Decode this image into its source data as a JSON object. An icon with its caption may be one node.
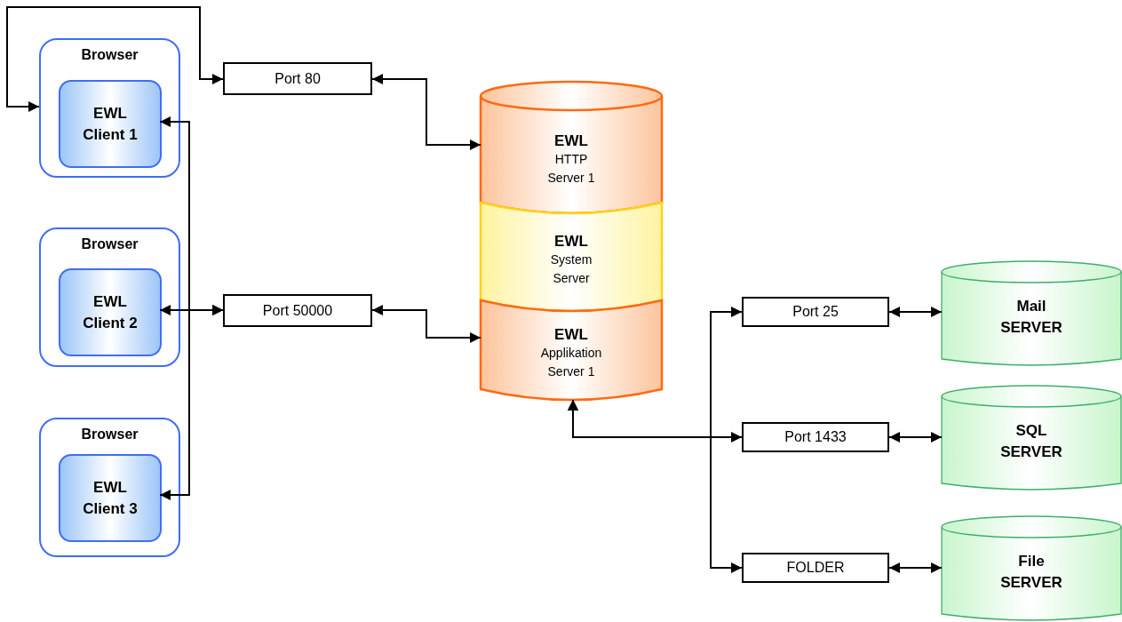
{
  "diagram": {
    "nodes": [
      {
        "text": [
          "Browser"
        ]
      },
      {
        "text": [
          "EWL Client 1"
        ],
        "in": 0
      },
      {
        "text": [
          "Browser"
        ]
      },
      {
        "text": [
          "EWL Client 2"
        ],
        "in": 2
      },
      {
        "text": [
          "Browser"
        ]
      },
      {
        "text": [
          "EWL Client 3"
        ],
        "in": 4
      },
      {
        "text": [
          "Port 80"
        ]
      },
      {
        "text": [
          "Port 50000"
        ]
      },
      {
        "text": [
          "EWL",
          "HTTP Server 1"
        ]
      },
      {
        "text": [
          "EWL",
          "System Server"
        ]
      },
      {
        "text": [
          "EWL",
          "Applikation Server 1"
        ]
      },
      {
        "text": [
          "Port 25"
        ]
      },
      {
        "text": [
          "Port 1433"
        ]
      },
      {
        "text": [
          "FOLDER"
        ]
      },
      {
        "text": [
          "Mail SERVER"
        ]
      },
      {
        "text": [
          "SQL SERVER"
        ]
      },
      {
        "text": [
          "File SERVER"
        ]
      }
    ],
    "edges": [
      {
        "from": 0,
        "to": 6,
        "arrow": "both"
      },
      {
        "from": 6,
        "to": 8,
        "arrow": "both"
      },
      {
        "from": 1,
        "to": 7,
        "arrow": "both"
      },
      {
        "from": 3,
        "to": 7,
        "arrow": "both"
      },
      {
        "from": 5,
        "to": 7,
        "arrow": "both"
      },
      {
        "from": 7,
        "to": 10,
        "arrow": "both"
      },
      {
        "from": 10,
        "to": 11,
        "arrow": "both"
      },
      {
        "from": 10,
        "to": 12,
        "arrow": "both"
      },
      {
        "from": 10,
        "to": 13,
        "arrow": "both"
      },
      {
        "from": 11,
        "to": 14,
        "arrow": "both"
      },
      {
        "from": 12,
        "to": 15,
        "arrow": "both"
      },
      {
        "from": 13,
        "to": 16,
        "arrow": "both"
      }
    ]
  }
}
